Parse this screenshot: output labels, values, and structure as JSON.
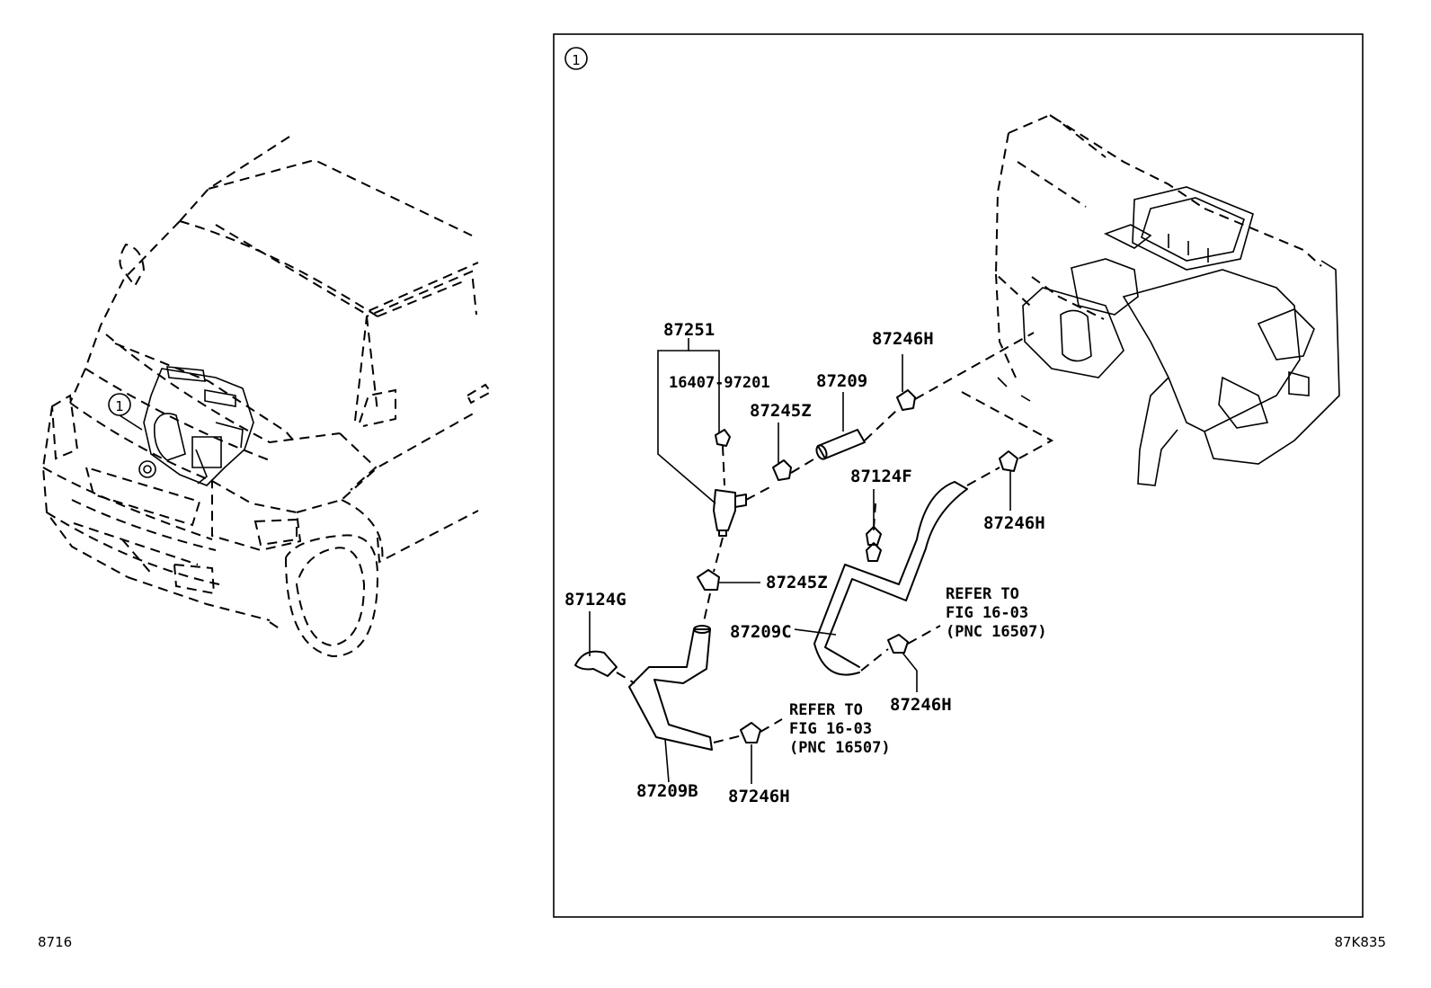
{
  "detail_marker": "①",
  "vehicle_callout": "1",
  "detail_callout": "1",
  "parts": {
    "p87251": "87251",
    "p16407": "16407-97201",
    "p87209": "87209",
    "p87245Z_a": "87245Z",
    "p87245Z_b": "87245Z",
    "p87246H_a": "87246H",
    "p87246H_b": "87246H",
    "p87246H_c": "87246H",
    "p87246H_d": "87246H",
    "p87124F": "87124F",
    "p87124G": "87124G",
    "p87209C": "87209C",
    "p87209B": "87209B"
  },
  "refer_a": [
    "REFER TO",
    "FIG 16-03",
    "(PNC 16507)"
  ],
  "refer_b": [
    "REFER TO",
    "FIG 16-03",
    "(PNC 16507)"
  ],
  "footer": {
    "left": "8716",
    "right": "87K835"
  }
}
